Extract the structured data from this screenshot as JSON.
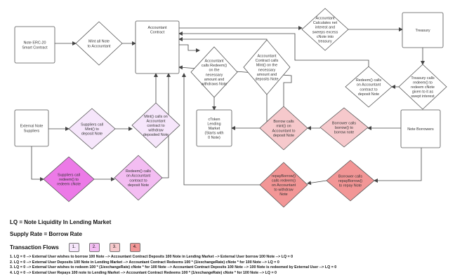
{
  "colors": {
    "flow1": "#f6e6fb",
    "flow2": "#f3bdf2",
    "flow3": "#f6c9cc",
    "flow4": "#f29696",
    "magenta_node": "#ec7ae7",
    "line": "#444444"
  },
  "nodes": {
    "note_contract": "Note ERC-20 Smart Contract",
    "mint_all": "Mint all Note to Accountant",
    "accountant_contract": "Accountant Contract",
    "accountant_calc": "Accountant Calculates net interest and sweeps excess cNote into treasury",
    "treasury": "Treasury",
    "acc_redeem": "Accountant calls Redeem() on the necessary amount and withdraws Note",
    "acc_mint": "Accountant Contract calls Mint() on the necessary amount and deposits Note",
    "treasury_redeem": "Treasury calls redeem() to redeem cNote given to it as swept interest",
    "redeem_deposit": "Redeem() calls on Accountant contract to deposit Note",
    "external_suppliers": "External Note Suppliers",
    "suppliers_mint": "Suppliers call Mint() to deposit Note",
    "mint_withdraw": "Mint() calls on Accountant contract to withdraw deposited Note",
    "ctoken_market": "cToken Lending Market (Starts with 0 Note)",
    "borrow_mint": "Borrow calls mint() on Accountant to deposit Note",
    "borrower_borrow": "Borrower calls borrow() to borrow note",
    "note_borrowers": "Note Borrowers",
    "suppliers_redeem": "Suppliers call redeem() to redeem cNote",
    "redeem_calls": "Redeem() calls on Accountant contract to deposit Note",
    "repay_withdraw": "repayBorrow() calls redeem() on Accountant to withdraw Note",
    "borrower_repay": "Borrower calls repayBorrow() to repay Note"
  },
  "legend": {
    "lq": "LQ = Note Liquidity In Lending Market",
    "supply_rate": "Supply Rate = Borrow Rate",
    "transaction_flows": "Transaction Flows",
    "flow_labels": [
      "1.",
      "2.",
      "3.",
      "4."
    ]
  },
  "flows": [
    "1.  LQ = 0 --> External User wishes to borrow 100 Note --> Accountant Contract Deposits 100 Note in Lending Market --> External User borrow 100 Note --> LQ = 0",
    "2.  LQ = 0 --> External User Deposits 100 Note in Lending Market --> Accountant Contract Redeems 100 * (1/exchangeRate) cNote * for 100 Note --> LQ = 0",
    "3.  LQ = 0 --> External User wishes to redeem 100 * (1/exchangeRate) cNote * for 100 Note -->  Accountant Contract Deposits 100 Note --> 100 Note is redeemed by External User --> LQ = 0",
    "4.  LQ = 0 --> External User Repays 100 note to Lending Market --> Accountant Contract Redeems 100 * (1/exchangeRate) cNote * for 100 Note --> LQ = 0"
  ]
}
